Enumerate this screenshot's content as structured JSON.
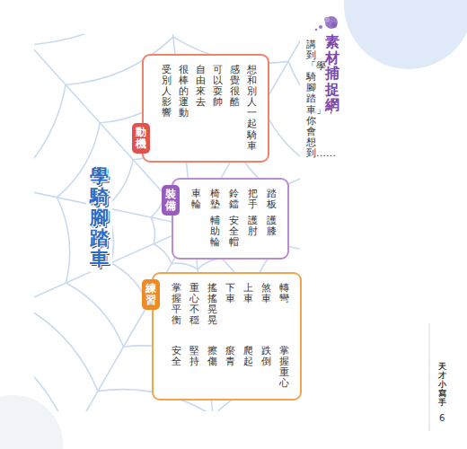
{
  "diagram": {
    "title": "素材捕捉網",
    "nodes": [
      {
        "text": [
          "動機",
          "想和別人一起騎車",
          "感覺很酷",
          "可以耍帥",
          "自由來去",
          "很棒的運動",
          "受別人影響"
        ]
      },
      {
        "text": [
          "裝備",
          "踏板",
          "護膝",
          "把手",
          "護肘",
          "鈴鐺",
          "安全帽",
          "椅墊",
          "輔助輪",
          "車輪"
        ]
      },
      {
        "text": [
          "練習",
          "轉彎",
          "掌握重心",
          "煞車",
          "跌倒",
          "上車",
          "爬起",
          "下車",
          "瘀青",
          "搖搖晃晃",
          "擦傷",
          "重心不穩",
          "堅持",
          "掌握平衡",
          "安全"
        ]
      }
    ],
    "labels": [
      "講到「學騎腳踏車」，你會想到……",
      "學騎腳踏車",
      "天才小寫手",
      "6"
    ]
  }
}
